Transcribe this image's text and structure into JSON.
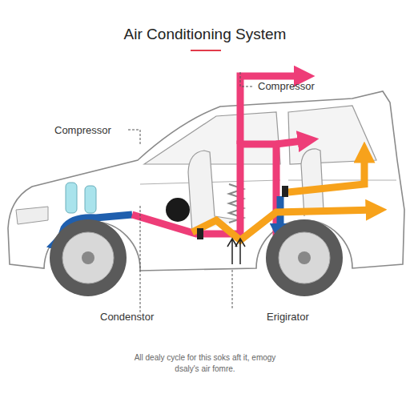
{
  "diagram": {
    "title": "Air Conditioning System",
    "caption": "All dealy cycle for this soks aft it, emogy dsaly's air fomre.",
    "labels": [
      "Compressor",
      "Compressor",
      "Condenstor",
      "Erigirator"
    ]
  }
}
